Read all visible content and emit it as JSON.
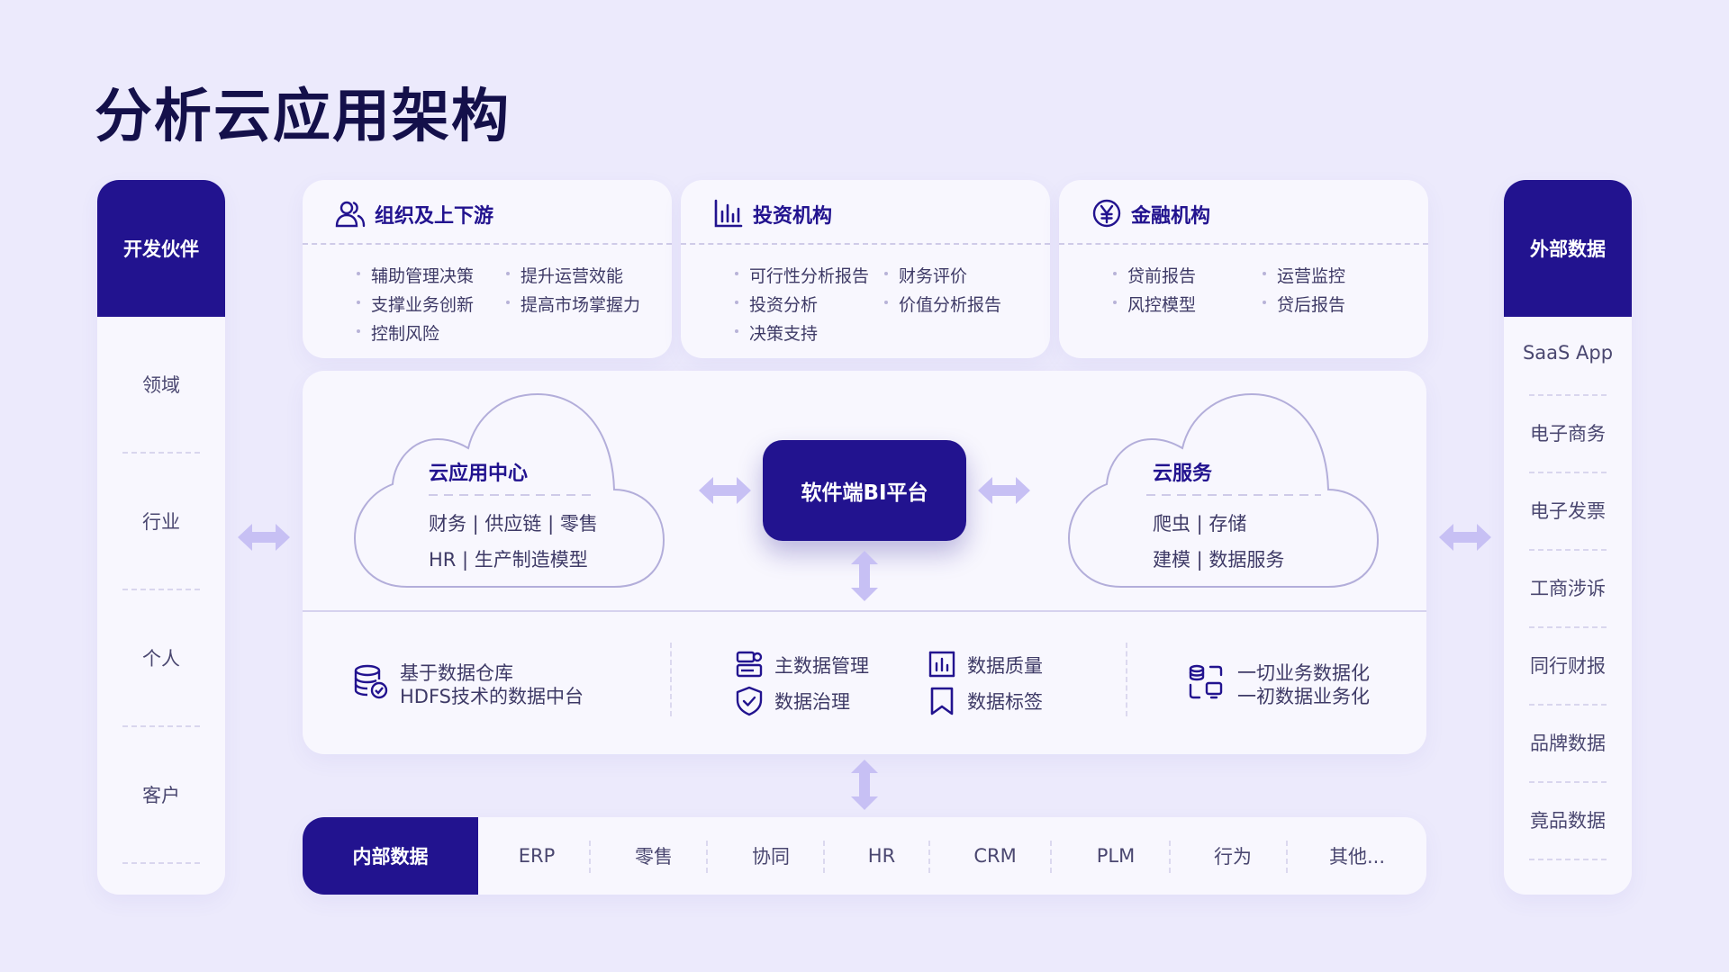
{
  "title": "分析云应用架构",
  "left_panel": {
    "header": "开发伙伴",
    "items": [
      "领域",
      "行业",
      "个人",
      "客户"
    ]
  },
  "right_panel": {
    "header": "外部数据",
    "items": [
      "SaaS App",
      "电子商务",
      "电子发票",
      "工商涉诉",
      "同行财报",
      "品牌数据",
      "竟品数据"
    ]
  },
  "top_cards": [
    {
      "title": "组织及上下游",
      "icon": "users-icon",
      "col1": [
        "辅助管理决策",
        "支撑业务创新",
        "控制风险"
      ],
      "col2": [
        "提升运营效能",
        "提高市场掌握力"
      ]
    },
    {
      "title": "投资机构",
      "icon": "bar-chart-icon",
      "col1": [
        "可行性分析报告",
        "投资分析",
        "决策支持"
      ],
      "col2": [
        "财务评价",
        "价值分析报告"
      ]
    },
    {
      "title": "金融机构",
      "icon": "yen-coin-icon",
      "col1": [
        "贷前报告",
        "风控模型"
      ],
      "col2": [
        "运营监控",
        "贷后报告"
      ]
    }
  ],
  "cloud_left": {
    "title": "云应用中心",
    "line1": "财务 | 供应链 | 零售",
    "line2": "HR | 生产制造模型"
  },
  "cloud_right": {
    "title": "云服务",
    "line1": "爬虫 | 存储",
    "line2": "建模 | 数据服务"
  },
  "center": {
    "label": "软件端BI平台"
  },
  "lower": {
    "warehouse_line1": "基于数据仓库",
    "warehouse_line2": "HDFS技术的数据中台",
    "mdm": "主数据管理",
    "governance": "数据治理",
    "quality": "数据质量",
    "tags": "数据标签",
    "digital_line1": "一切业务数据化",
    "digital_line2": "一初数据业务化"
  },
  "bottom_bar": {
    "header": "内部数据",
    "items": [
      "ERP",
      "零售",
      "协同",
      "HR",
      "CRM",
      "PLM",
      "行为",
      "其他..."
    ]
  },
  "colors": {
    "primary": "#22138F",
    "background": "#ECEAFC",
    "card": "#F8F7FE",
    "arrow": "#C7C0F4"
  }
}
